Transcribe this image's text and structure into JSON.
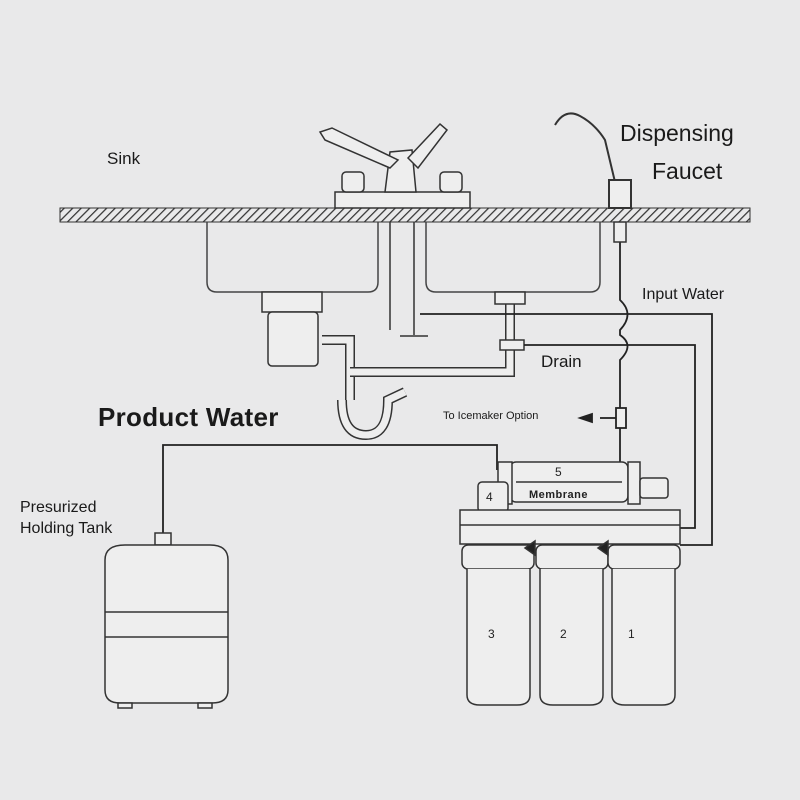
{
  "labels": {
    "sink": "Sink",
    "dispensing_faucet_line1": "Dispensing",
    "dispensing_faucet_line2": "Faucet",
    "input_water": "Input Water",
    "drain": "Drain",
    "icemaker": "To Icemaker Option",
    "product_water": "Product Water",
    "holding_tank_line1": "Presurized",
    "holding_tank_line2": "Holding Tank",
    "membrane": "Membrane"
  },
  "stage_numbers": {
    "stage1": "1",
    "stage2": "2",
    "stage3": "3",
    "stage4": "4",
    "stage5": "5"
  }
}
